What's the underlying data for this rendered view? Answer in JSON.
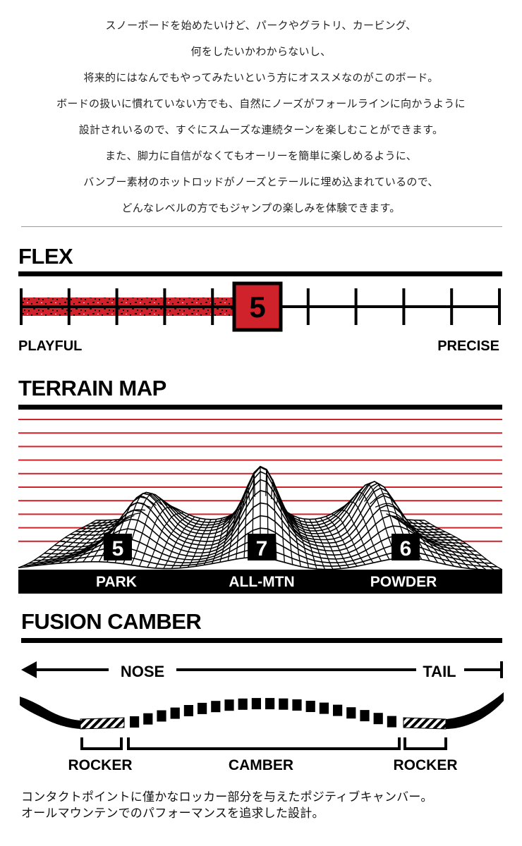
{
  "intro": {
    "lines": [
      "スノーボードを始めたいけど、パークやグラトリ、カービング、",
      "何をしたいかわからないし、",
      "将来的にはなんでもやってみたいという方にオススメなのがこのボード。",
      "ボードの扱いに慣れていない方でも、自然にノーズがフォールラインに向かうように",
      "設計されいるので、すぐにスムーズな連続ターンを楽しむことができます。",
      "また、脚力に自信がなくてもオーリーを簡単に楽しめるように、",
      "バンブー素材のホットロッドがノーズとテールに埋め込まれているので、",
      "どんなレベルの方でもジャンプの楽しみを体験できます。"
    ]
  },
  "flex": {
    "title": "FLEX",
    "value": "5",
    "level": 5,
    "max": 10,
    "left_label": "PLAYFUL",
    "right_label": "PRECISE"
  },
  "terrain": {
    "title": "TERRAIN MAP",
    "items": [
      {
        "label": "PARK",
        "score": "5"
      },
      {
        "label": "ALL-MTN",
        "score": "7"
      },
      {
        "label": "POWDER",
        "score": "6"
      }
    ]
  },
  "camber": {
    "title": "FUSION CAMBER",
    "nose_label": "NOSE",
    "tail_label": "TAIL",
    "rocker_left": "ROCKER",
    "camber_label": "CAMBER",
    "rocker_right": "ROCKER"
  },
  "footer": {
    "lines": [
      "コンタクトポイントに僅かなロッカー部分を与えたポジティブキャンバー。",
      "オールマウンテンでのパフォーマンスを追求した設計。"
    ]
  },
  "colors": {
    "accent": "#d0222b",
    "ink": "#000000",
    "rule_gray": "#9a9a9a"
  }
}
